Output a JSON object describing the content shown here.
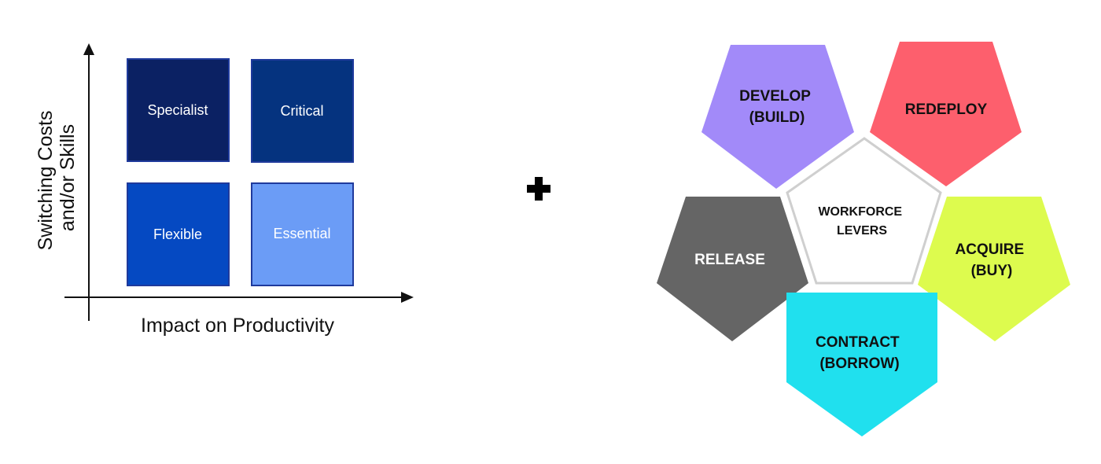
{
  "matrix": {
    "y_axis_label_line1": "Switching Costs",
    "y_axis_label_line2": "and/or Skills",
    "x_axis_label": "Impact on Productivity",
    "quadrants": {
      "specialist": {
        "label": "Specialist",
        "color": "#0b2163"
      },
      "critical": {
        "label": "Critical",
        "color": "#05337f"
      },
      "flexible": {
        "label": "Flexible",
        "color": "#0549c2"
      },
      "essential": {
        "label": "Essential",
        "color": "#6b9cf6"
      }
    },
    "border_color": "#1f3a9c"
  },
  "plus_icon": "plus-icon",
  "levers": {
    "center": {
      "line1": "WORKFORCE",
      "line2": "LEVERS",
      "color": "#ffffff",
      "border": "#cfcfcf"
    },
    "develop": {
      "line1": "DEVELOP",
      "line2": "(BUILD)",
      "color": "#a28af9"
    },
    "redeploy": {
      "line1": "REDEPLOY",
      "line2": "",
      "color": "#fd5f6d"
    },
    "release": {
      "line1": "RELEASE",
      "line2": "",
      "color": "#656565"
    },
    "acquire": {
      "line1": "ACQUIRE",
      "line2": "(BUY)",
      "color": "#ddfb4e"
    },
    "contract": {
      "line1": "CONTRACT",
      "line2": "(BORROW)",
      "color": "#20e0ee"
    }
  }
}
